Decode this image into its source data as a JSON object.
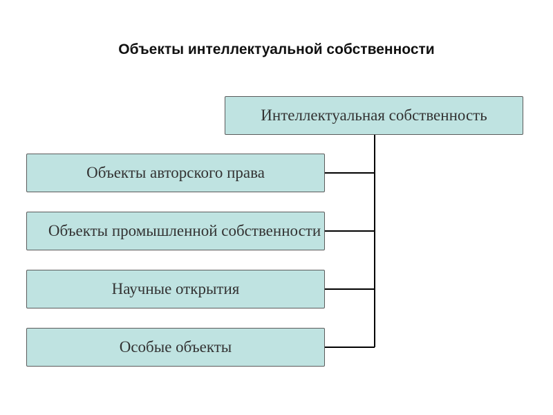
{
  "title": "Объекты интеллектуальной собственности",
  "root": {
    "label": "Интеллектуальная собственность"
  },
  "children": [
    {
      "label": "Объекты авторского права"
    },
    {
      "label": "Объекты промышленной собственности"
    },
    {
      "label": "Научные открытия"
    },
    {
      "label": "Особые объекты"
    }
  ],
  "colors": {
    "box_fill": "#bfe3e1",
    "box_border": "#5a5a5a",
    "connector": "#000000"
  }
}
